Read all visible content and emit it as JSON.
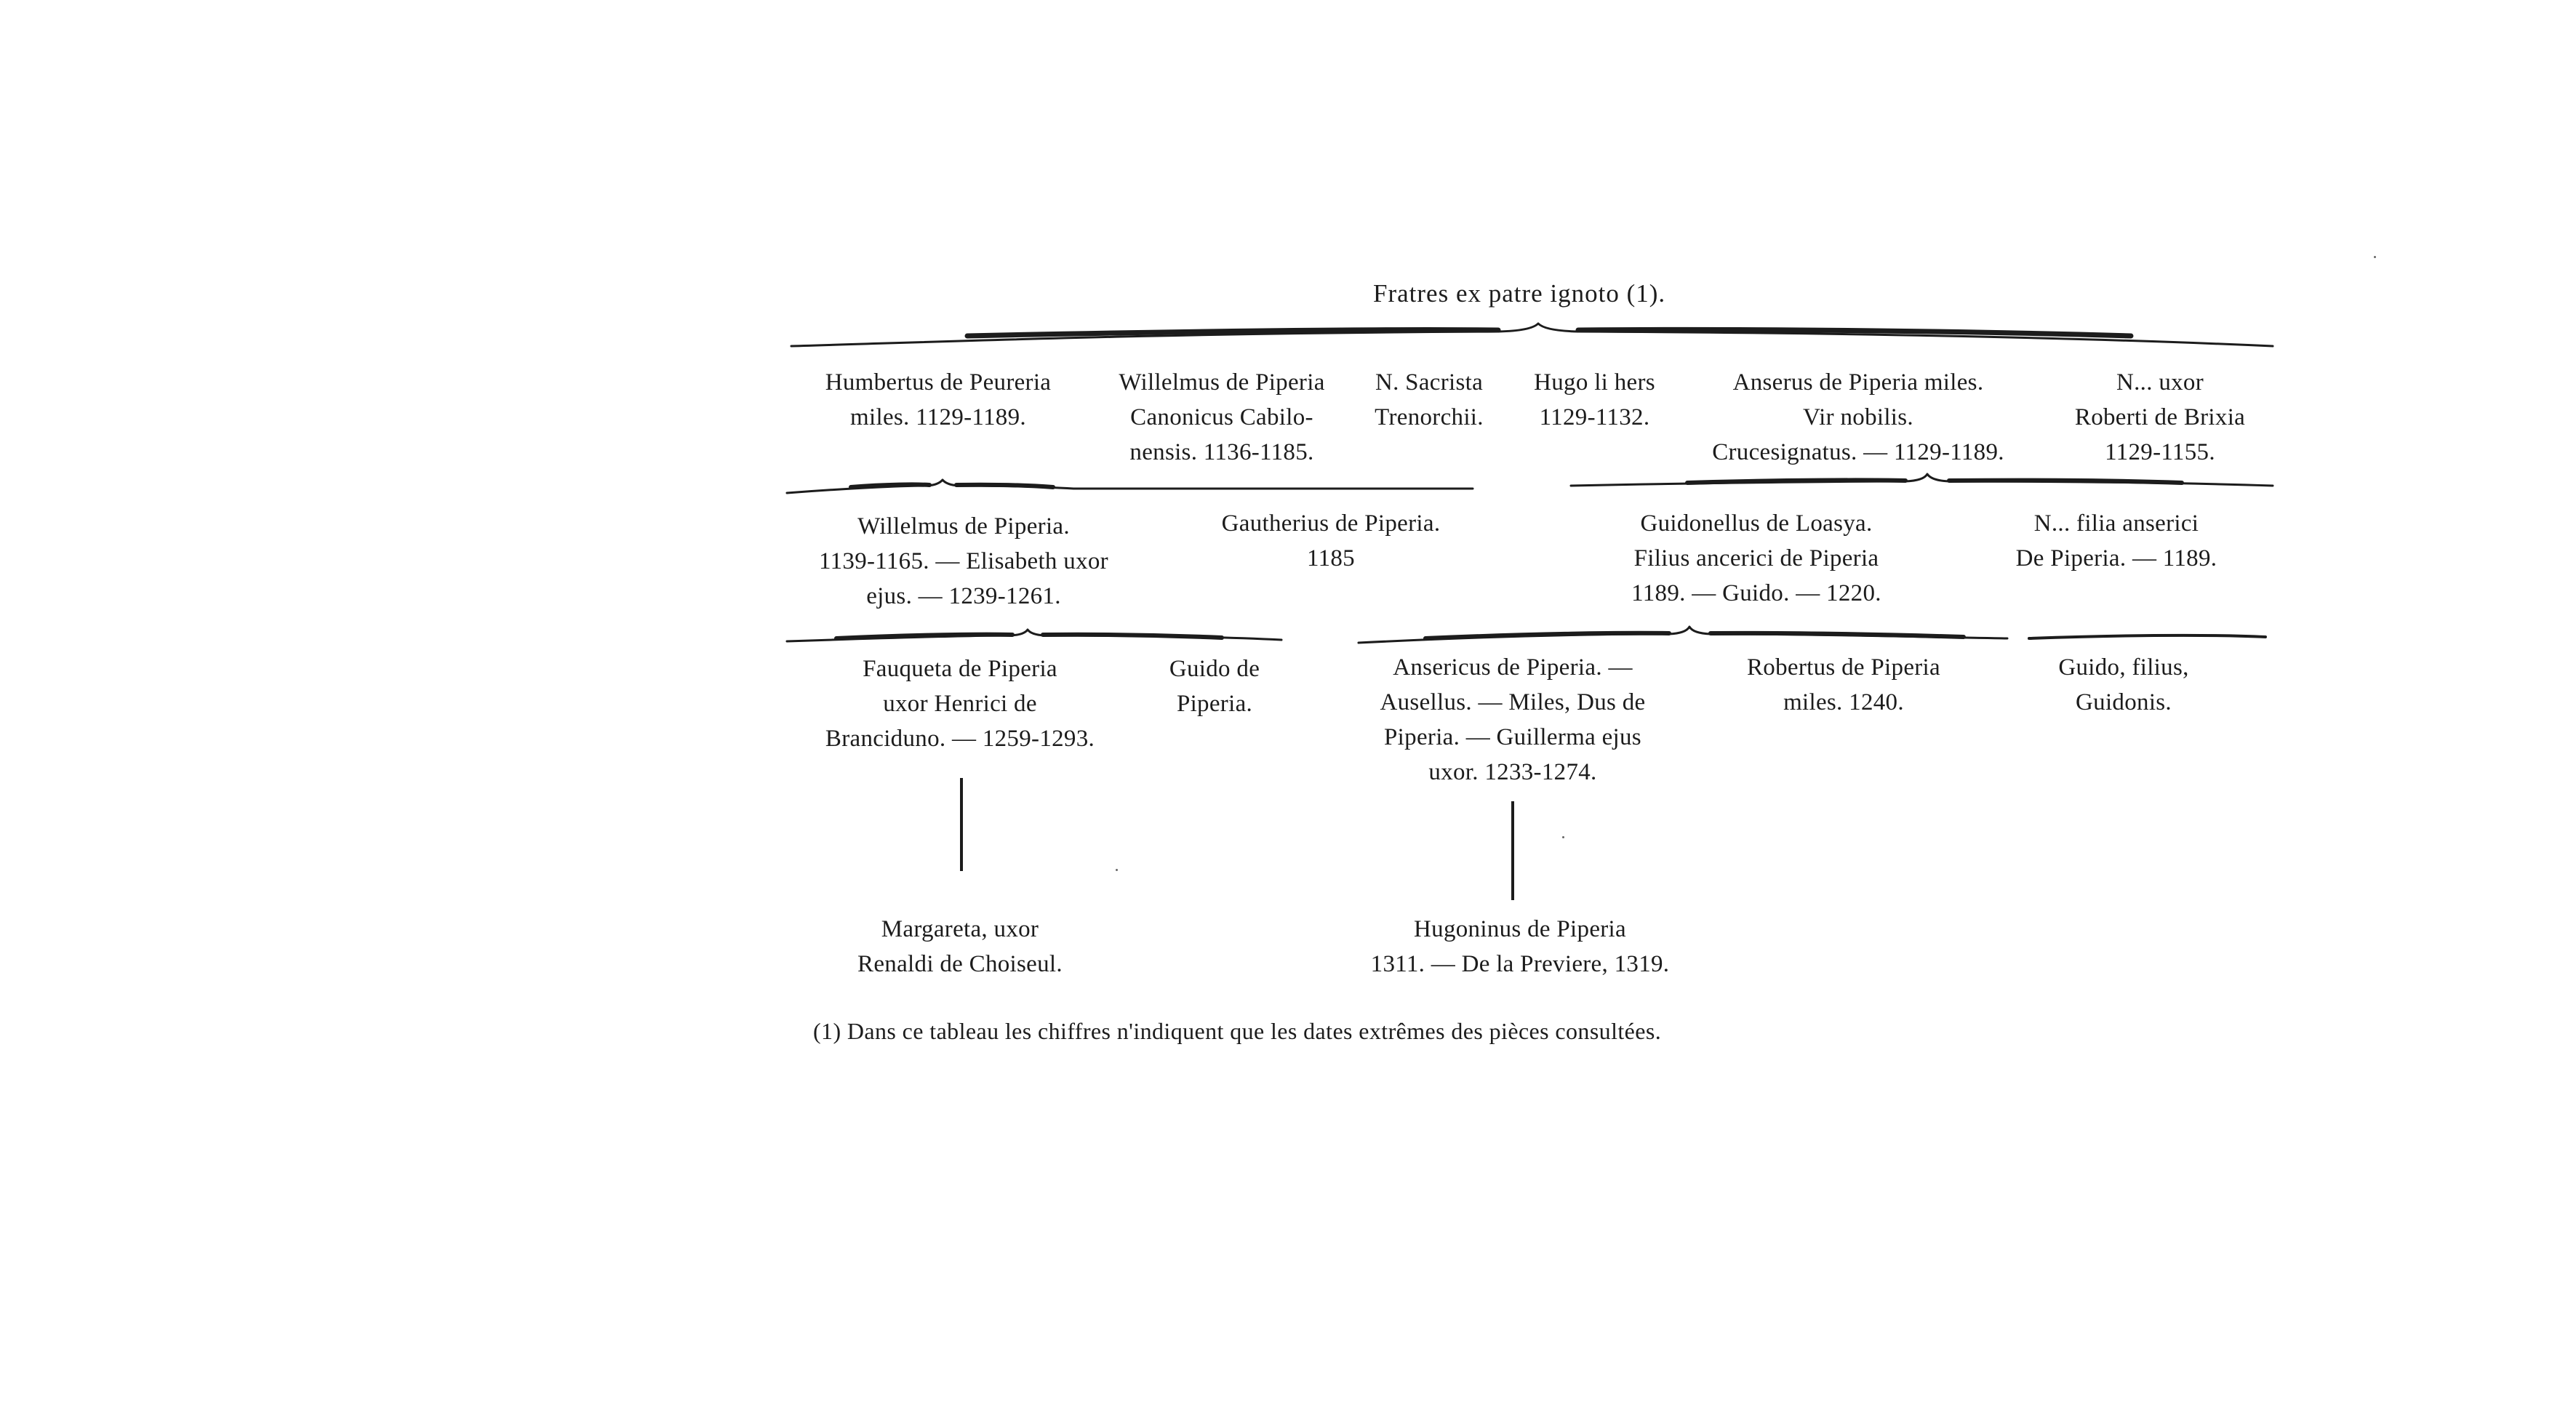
{
  "title": "Fratres ex patre ignoto (1).",
  "generation1": {
    "humbertus": [
      "Humbertus de Peureria",
      "miles. 1129-1189."
    ],
    "willelmus_canonicus": [
      "Willelmus de Piperia",
      "Canonicus Cabilo-",
      "nensis. 1136-1185."
    ],
    "sacrista": [
      "N. Sacrista",
      "Trenorchii."
    ],
    "hugo": [
      "Hugo li hers",
      "1129-1132."
    ],
    "anserus": [
      "Anserus de Piperia miles.",
      "Vir nobilis.",
      "Crucesignatus. — 1129-1189."
    ],
    "uxor_roberti": [
      "N... uxor",
      "Roberti de Brixia",
      "1129-1155."
    ]
  },
  "generation2": {
    "willelmus": [
      "Willelmus de Piperia.",
      "1139-1165. — Elisabeth uxor",
      "ejus. — 1239-1261."
    ],
    "gautherius": [
      "Gautherius de Piperia.",
      "1185"
    ],
    "guidonellus": [
      "Guidonellus de Loasya.",
      "Filius ancerici de Piperia",
      "1189. — Guido. — 1220."
    ],
    "filia_anserici": [
      "N... filia anserici",
      "De Piperia. — 1189."
    ]
  },
  "generation3": {
    "fauqueta": [
      "Fauqueta de Piperia",
      "uxor Henrici de",
      "Branciduno. — 1259-1293."
    ],
    "guido_de_piperia": [
      "Guido de",
      "Piperia."
    ],
    "ansericus": [
      "Ansericus de Piperia. —",
      "Ausellus. — Miles, Dus de",
      "Piperia. — Guillerma ejus",
      "uxor. 1233-1274."
    ],
    "robertus": [
      "Robertus de Piperia",
      "miles. 1240."
    ],
    "guido_filius": [
      "Guido, filius,",
      "Guidonis."
    ]
  },
  "generation4": {
    "margareta": [
      "Margareta, uxor",
      "Renaldi de Choiseul."
    ],
    "hugoninus": [
      "Hugoninus de Piperia",
      "1311. — De la Previere, 1319."
    ]
  },
  "footnote": "(1) Dans ce tableau les chiffres n'indiquent que les dates extrêmes des pièces consultées."
}
